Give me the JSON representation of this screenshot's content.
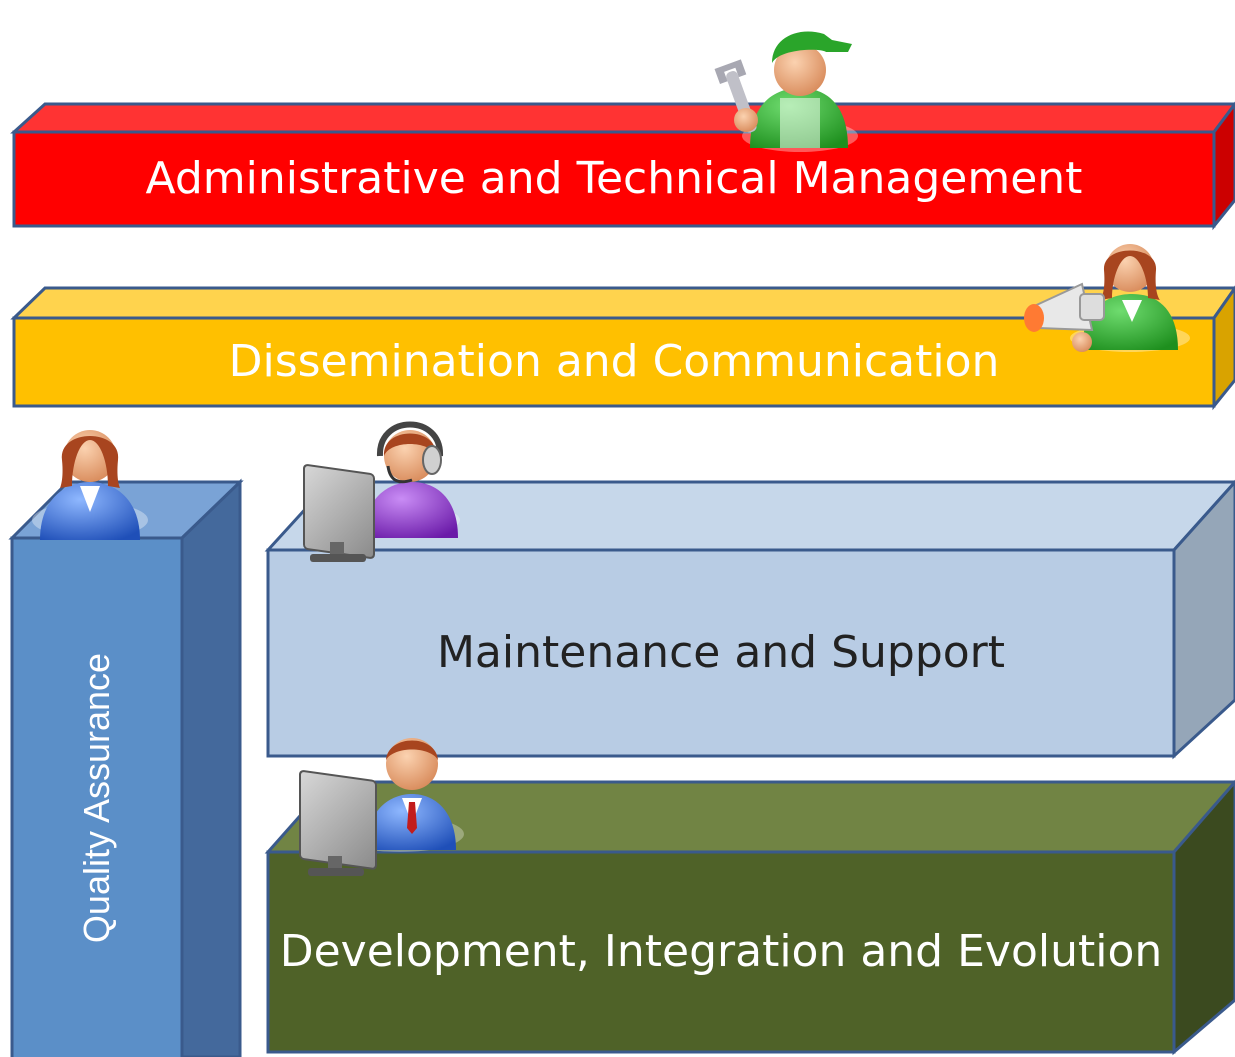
{
  "diagram": {
    "blocks": {
      "admin": {
        "label": "Administrative and Technical Management",
        "color": "#ff0000"
      },
      "dissemination": {
        "label": "Dissemination and Communication",
        "color": "#ffc000"
      },
      "quality": {
        "label": "Quality Assurance",
        "color": "#5b8fc8"
      },
      "maintenance": {
        "label": "Maintenance and Support",
        "color": "#b8cce4"
      },
      "development": {
        "label": "Development, Integration and Evolution",
        "color": "#4f6228"
      }
    },
    "icons": [
      "mechanic-person-icon",
      "megaphone-person-icon",
      "female-person-icon",
      "support-operator-icon",
      "developer-person-icon"
    ]
  }
}
